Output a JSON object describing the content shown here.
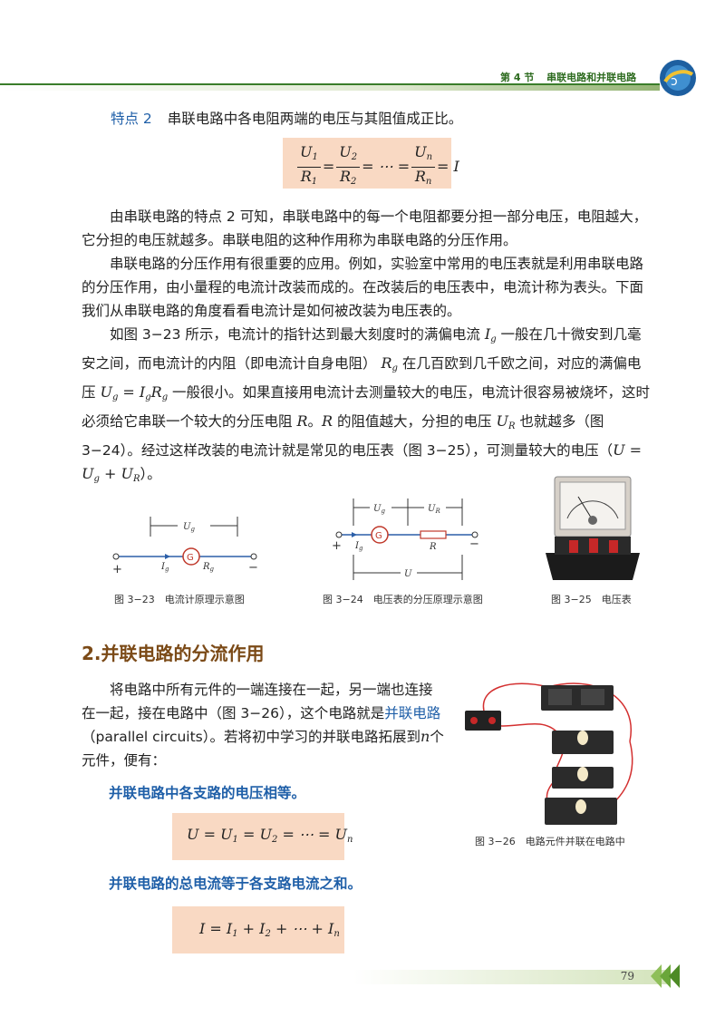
{
  "header": {
    "section": "第 4 节",
    "title": "串联电路和并联电路"
  },
  "feature2": {
    "label": "特点 2",
    "text": "串联电路中各电阻两端的电压与其阻值成正比。"
  },
  "paragraphs": {
    "p1": "由串联电路的特点 2 可知，串联电路中的每一个电阻都要分担一部分电压，电阻越大，它分担的电压就越多。串联电阻的这种作用称为串联电路的分压作用。",
    "p2": "串联电路的分压作用有很重要的应用。例如，实验室中常用的电压表就是利用串联电路的分压作用，由小量程的电流计改装而成的。在改装后的电压表中，电流计称为表头。下面我们从串联电路的角度看看电流计是如何被改装为电压表的。",
    "p3_a": "如图 3−23 所示，电流计的指针达到最大刻度时的满偏电流",
    "p3_b": "一般在几十微安到几毫安之间，而电流计的内阻（即电流计自身电阻）",
    "p3_c": "在几百欧到几千欧之间，对应的满偏电压",
    "p3_d": "一般很小。如果直接用电流计去测量较大的电压，电流计很容易被烧坏，这时必须给它串联一个较大的分压电阻",
    "p3_e": "的阻值越大，分担的电压",
    "p3_f": "也就越多（图 3−24）。经过这样改装的电流计就是常见的电压表（图 3−25），可测量较大的电压（"
  },
  "figures": {
    "fig23": "图 3−23　电流计原理示意图",
    "fig24": "图 3−24　电压表的分压原理示意图",
    "fig25": "图 3−25　电压表",
    "fig26": "图 3−26　电路元件并联在电路中"
  },
  "circuit_labels": {
    "Ug": "U",
    "g": "g",
    "I": "I",
    "R": "R",
    "U": "U",
    "G": "G",
    "plus": "+",
    "minus": "−"
  },
  "section2": {
    "heading": "2.并联电路的分流作用",
    "p1_a": "将电路中所有元件的一端连接在一起，另一端也连接在一起，接在电路中（图 3−26），这个电路就是",
    "term": "并联电路",
    "p1_b": "（parallel circuits）。若将初中学习的并联电路拓展到",
    "p1_c": "个元件，便有：",
    "rule1": "并联电路中各支路的电压相等。",
    "rule2": "并联电路的总电流等于各支路电流之和。"
  },
  "page_number": "79"
}
